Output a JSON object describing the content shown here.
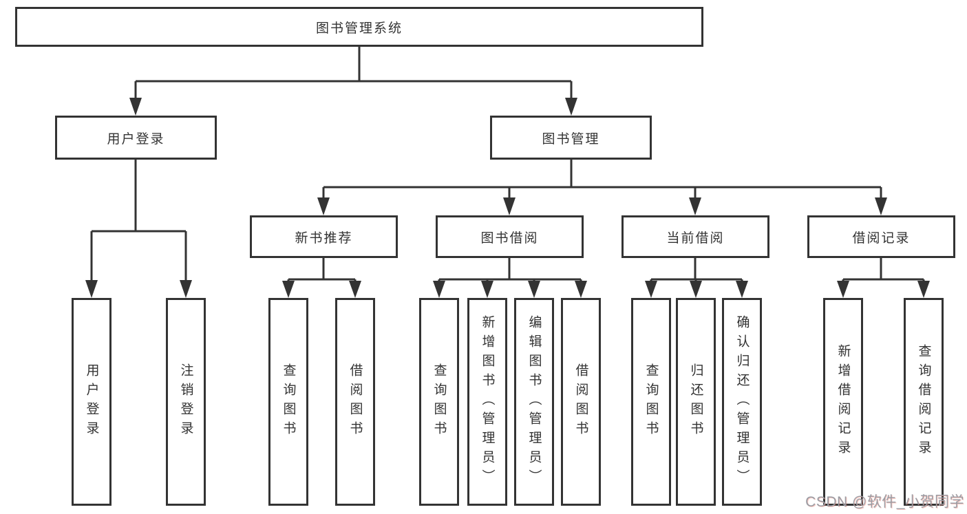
{
  "watermark": "CSDN @软件_小贺同学",
  "colors": {
    "line": "#333333",
    "border": "#333333",
    "text": "#333333",
    "watermark": "#9b9ca3",
    "background": "#ffffff"
  },
  "tree": {
    "root": {
      "label": "图书管理系统"
    },
    "branches": [
      {
        "label": "用户登录",
        "children": [
          {
            "label": "用户登录"
          },
          {
            "label": "注销登录"
          }
        ]
      },
      {
        "label": "图书管理",
        "children": [
          {
            "label": "新书推荐",
            "children": [
              {
                "label": "查询图书"
              },
              {
                "label": "借阅图书"
              }
            ]
          },
          {
            "label": "图书借阅",
            "children": [
              {
                "label": "查询图书"
              },
              {
                "label": "新增图书（管理员）"
              },
              {
                "label": "编辑图书（管理员）"
              },
              {
                "label": "借阅图书"
              }
            ]
          },
          {
            "label": "当前借阅",
            "children": [
              {
                "label": "查询图书"
              },
              {
                "label": "归还图书"
              },
              {
                "label": "确认归还（管理员）"
              }
            ]
          },
          {
            "label": "借阅记录",
            "children": [
              {
                "label": "新增借阅记录"
              },
              {
                "label": "查询借阅记录"
              }
            ]
          }
        ]
      }
    ]
  }
}
